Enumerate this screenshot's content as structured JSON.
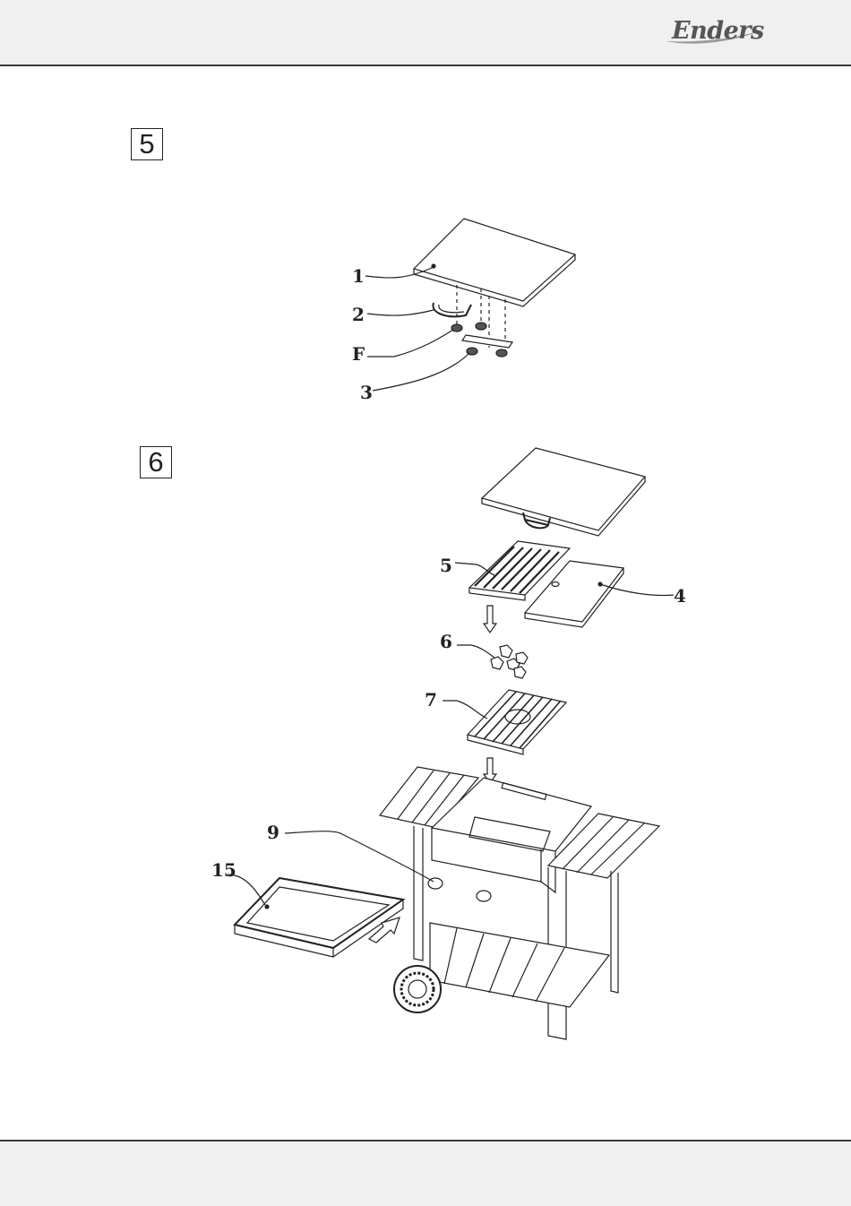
{
  "brand": {
    "name": "Enders"
  },
  "steps": [
    {
      "number": "5",
      "callouts": [
        "1",
        "2",
        "F",
        "3"
      ]
    },
    {
      "number": "6",
      "callouts": [
        "5",
        "4",
        "6",
        "7",
        "9",
        "15"
      ]
    }
  ]
}
